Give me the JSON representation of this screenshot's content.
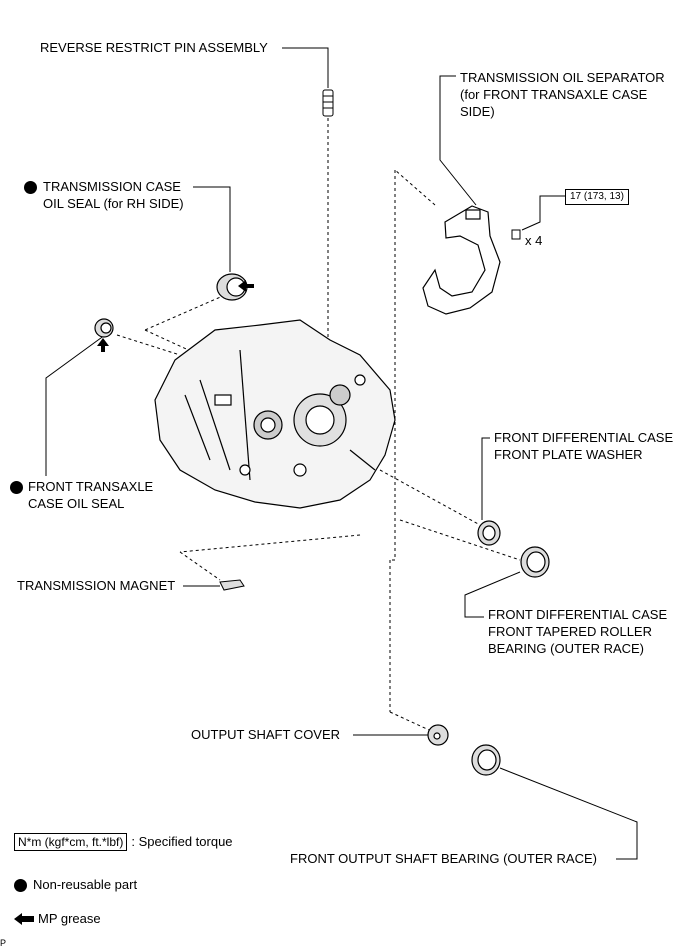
{
  "labels": {
    "reverse_pin": "REVERSE RESTRICT PIN ASSEMBLY",
    "oil_separator_1": "TRANSMISSION OIL SEPARATOR",
    "oil_separator_2": "(for FRONT TRANSAXLE CASE",
    "oil_separator_3": "SIDE)",
    "case_seal_1": "TRANSMISSION CASE",
    "case_seal_2": "OIL SEAL (for RH SIDE)",
    "transaxle_seal_1": "FRONT TRANSAXLE",
    "transaxle_seal_2": "CASE OIL SEAL",
    "plate_washer_1": "FRONT DIFFERENTIAL CASE",
    "plate_washer_2": "FRONT PLATE WASHER",
    "magnet": "TRANSMISSION MAGNET",
    "roller_bearing_1": "FRONT DIFFERENTIAL CASE",
    "roller_bearing_2": "FRONT TAPERED ROLLER",
    "roller_bearing_3": "BEARING (OUTER RACE)",
    "shaft_cover": "OUTPUT SHAFT COVER",
    "shaft_bearing": "FRONT OUTPUT SHAFT BEARING (OUTER RACE)"
  },
  "torque": {
    "value": "17 (173, 13)",
    "bolt_count": "x 4"
  },
  "legend": {
    "torque_box": "N*m (kgf*cm, ft.*lbf)",
    "torque_text": ": Specified torque",
    "nonreusable": "Non-reusable part",
    "grease": "MP grease"
  },
  "footer": "P"
}
